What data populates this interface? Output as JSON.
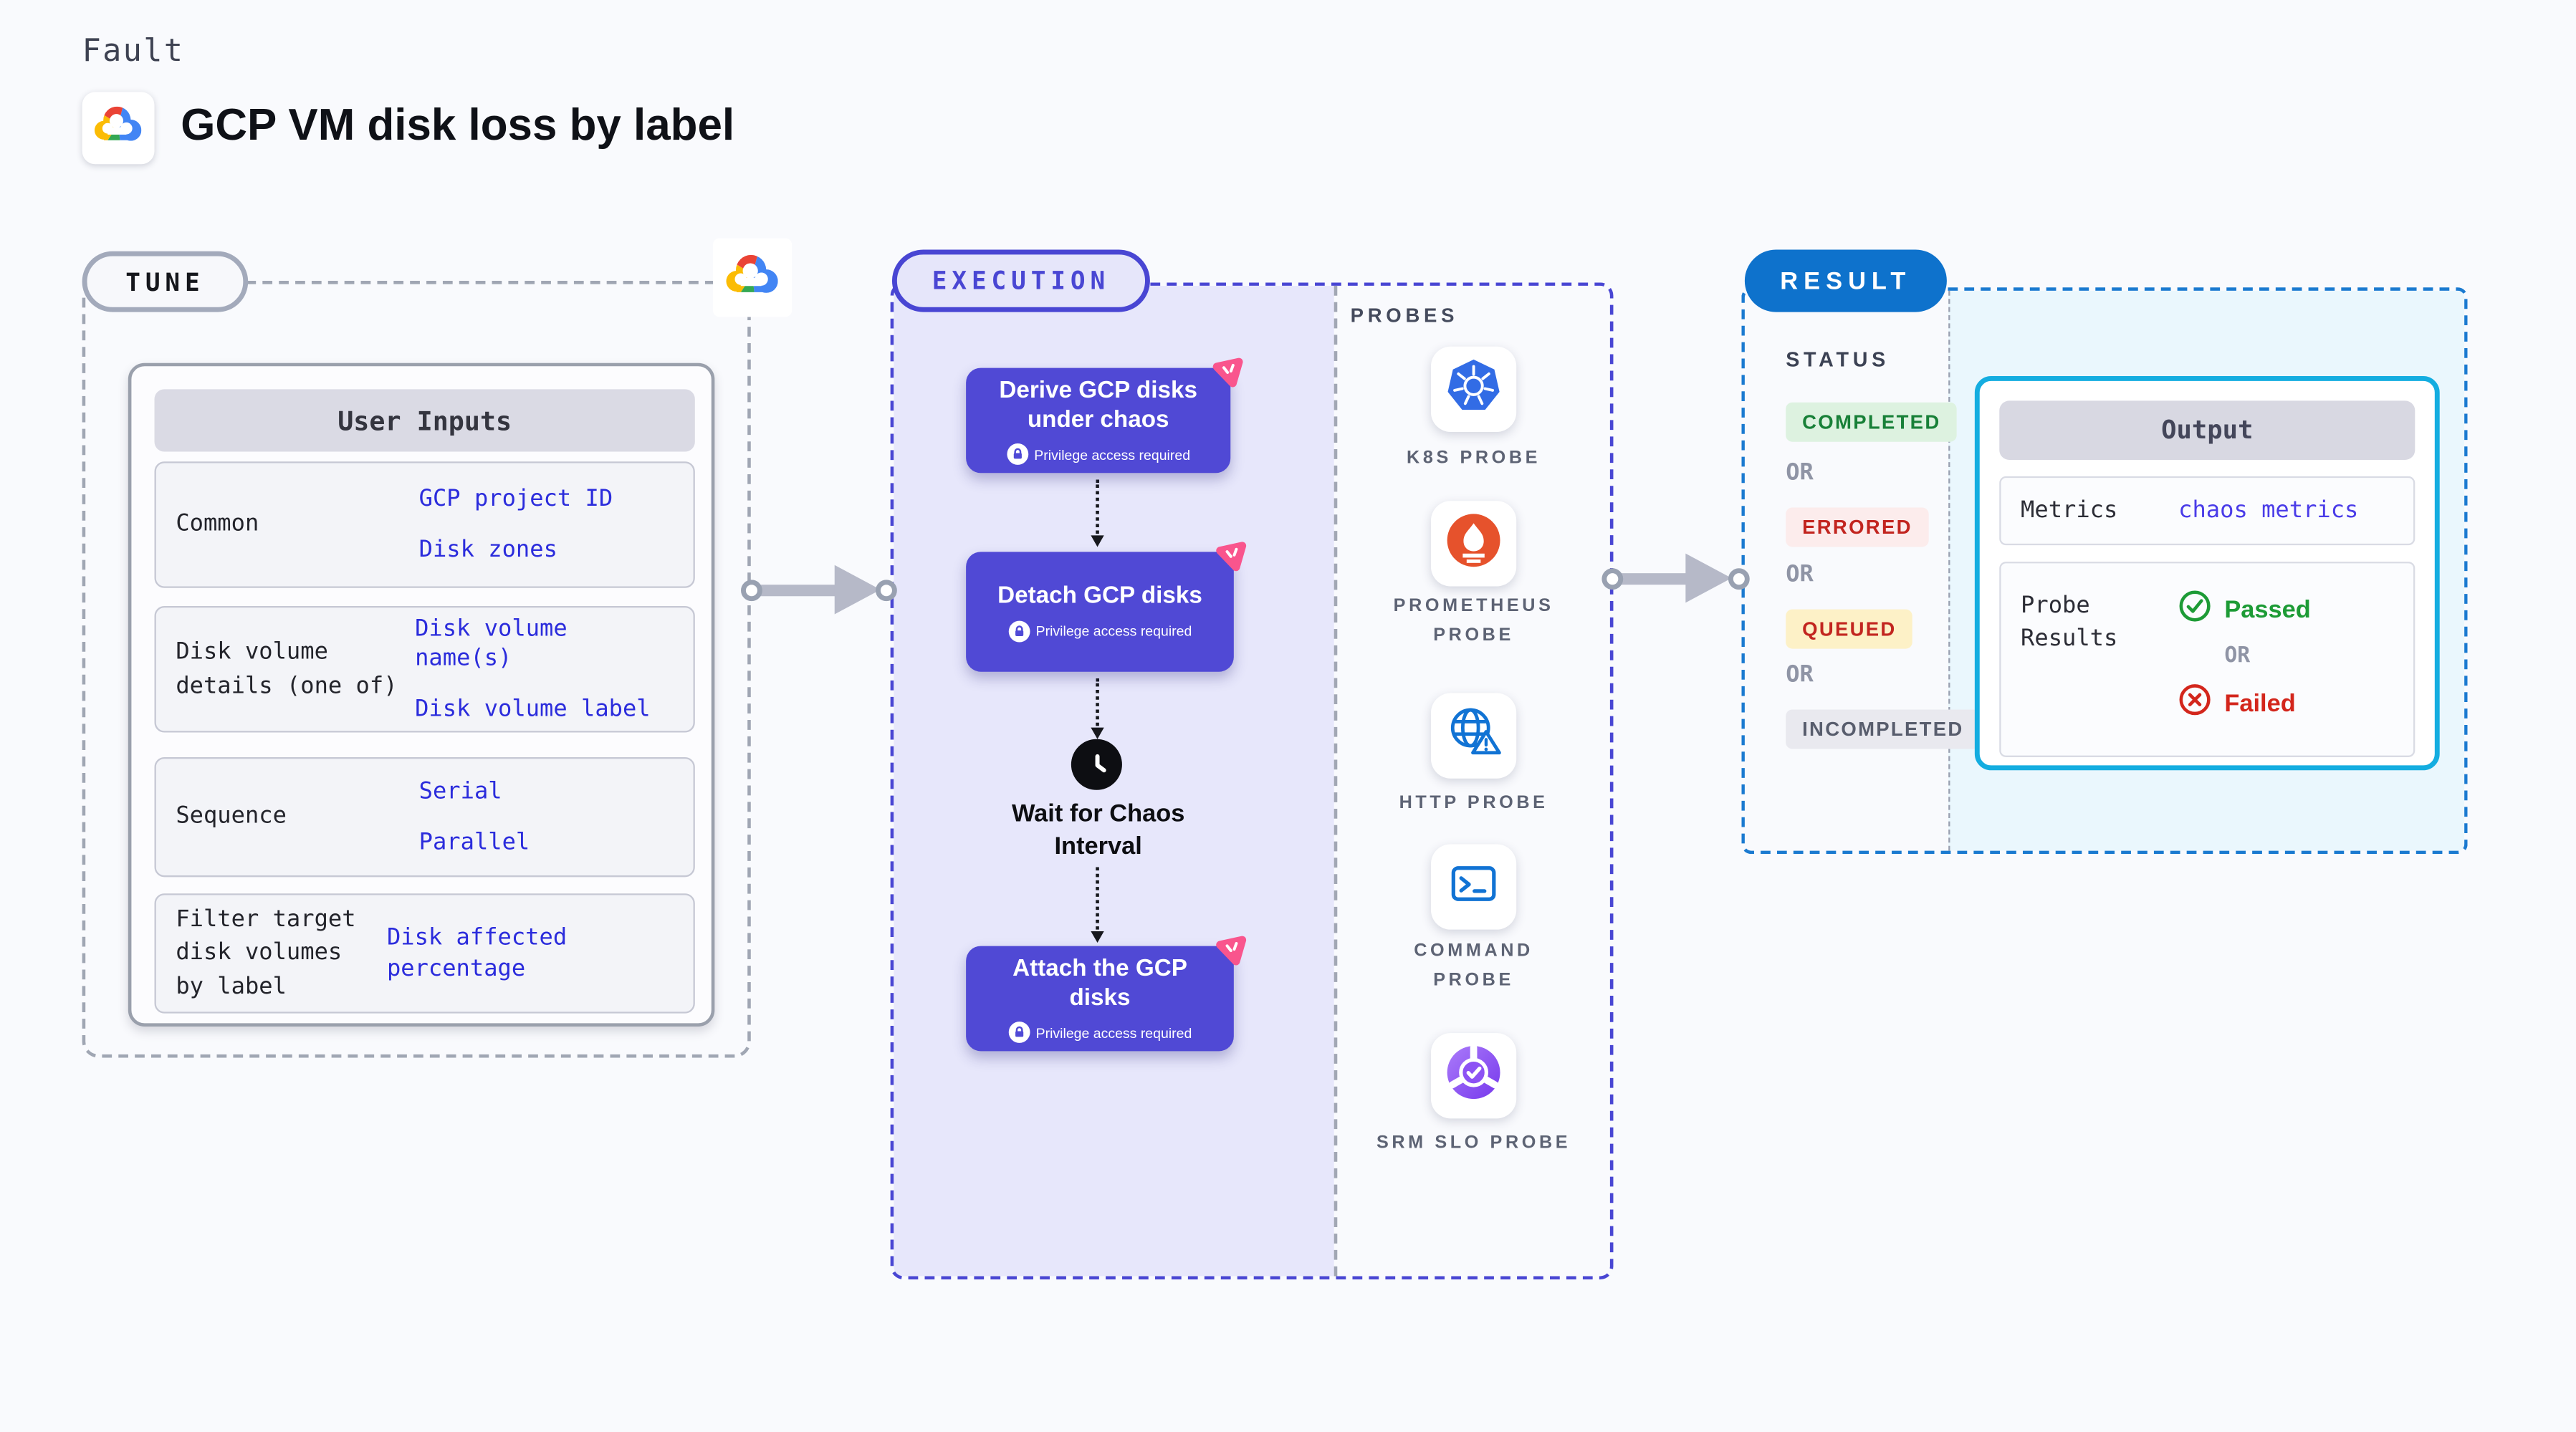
{
  "page": {
    "kind_label": "Fault",
    "title": "GCP VM disk loss by label",
    "logo": "gcp-cloud-icon"
  },
  "tune": {
    "badge": "TUNE",
    "table_header": "User Inputs",
    "rows": [
      {
        "label": "Common",
        "values": [
          "GCP project ID",
          "Disk zones"
        ]
      },
      {
        "label": "Disk volume details (one of)",
        "values": [
          "Disk volume name(s)",
          "Disk volume label"
        ]
      },
      {
        "label": "Sequence",
        "values": [
          "Serial",
          "Parallel"
        ]
      },
      {
        "label": "Filter target disk volumes by label",
        "values": [
          "Disk affected percentage"
        ]
      }
    ]
  },
  "execution": {
    "badge": "EXECUTION",
    "steps": [
      {
        "title": "Derive GCP disks under chaos",
        "note": "Privilege access required",
        "icon": "chaos-pink-icon"
      },
      {
        "title": "Detach GCP disks",
        "note": "Privilege access required",
        "icon": "chaos-pink-icon"
      },
      {
        "title": "Wait for Chaos Interval",
        "icon": "clock-icon"
      },
      {
        "title": "Attach the GCP disks",
        "note": "Privilege access required",
        "icon": "chaos-pink-icon"
      }
    ]
  },
  "probes": {
    "heading": "PROBES",
    "items": [
      {
        "label": "K8S PROBE",
        "icon": "kubernetes-icon"
      },
      {
        "label": "PROMETHEUS PROBE",
        "icon": "prometheus-icon"
      },
      {
        "label": "HTTP PROBE",
        "icon": "http-globe-icon"
      },
      {
        "label": "COMMAND PROBE",
        "icon": "terminal-icon"
      },
      {
        "label": "SRM SLO PROBE",
        "icon": "srm-slo-icon"
      }
    ]
  },
  "result": {
    "badge": "RESULT",
    "status_heading": "STATUS",
    "or_label": "OR",
    "statuses": [
      {
        "label": "COMPLETED",
        "bg": "#ddf2e0",
        "fg": "#188038"
      },
      {
        "label": "ERRORED",
        "bg": "#fcecec",
        "fg": "#c2251f"
      },
      {
        "label": "QUEUED",
        "bg": "#fdf1c7",
        "fg": "#c2251f"
      },
      {
        "label": "INCOMPLETED",
        "bg": "#e9e9ef",
        "fg": "#585d6d"
      }
    ],
    "output": {
      "header": "Output",
      "metrics_label": "Metrics",
      "metrics_value": "chaos metrics",
      "probe_results_label": "Probe Results",
      "passed_label": "Passed",
      "or_label": "OR",
      "failed_label": "Failed"
    }
  },
  "colors": {
    "page_bg": "#f9fafd",
    "indigo_accent": "#4946d3",
    "step_block": "#5049d5",
    "lavender_fill": "#e7e7fb",
    "result_blue": "#0e72cc",
    "output_border_cyan": "#14ade0",
    "cyan_fill": "#eaf7fd",
    "value_blue": "#2b2cdc",
    "chaos_pink": "#f9558d",
    "kubernetes_blue": "#326ce5",
    "prometheus_orange": "#e6522c",
    "probe_icon_blue": "#1173d4",
    "srm_purple": "#8a4ff2",
    "passed_green": "#1d9b36",
    "failed_red": "#d3261c",
    "arrow_gray": "#b6b9c8"
  }
}
